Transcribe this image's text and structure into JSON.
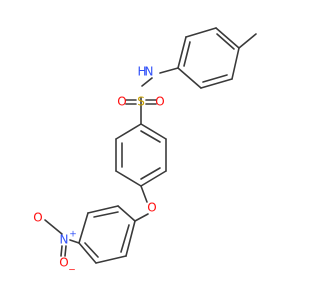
{
  "molecule": {
    "labels": {
      "nh": "N",
      "h": "H",
      "s": "S",
      "o_top": "O",
      "o_bottom": "O",
      "o_ether": "O",
      "n_nitro": "N",
      "plus": "+",
      "o_nitro_top": "O",
      "o_nitro_bottom": "O",
      "minus": "−"
    },
    "colors": {
      "bond": "#3a3a3a",
      "nitrogen": "#3050F8",
      "oxygen": "#FF0D0D",
      "sulfur": "#C8A000"
    }
  }
}
